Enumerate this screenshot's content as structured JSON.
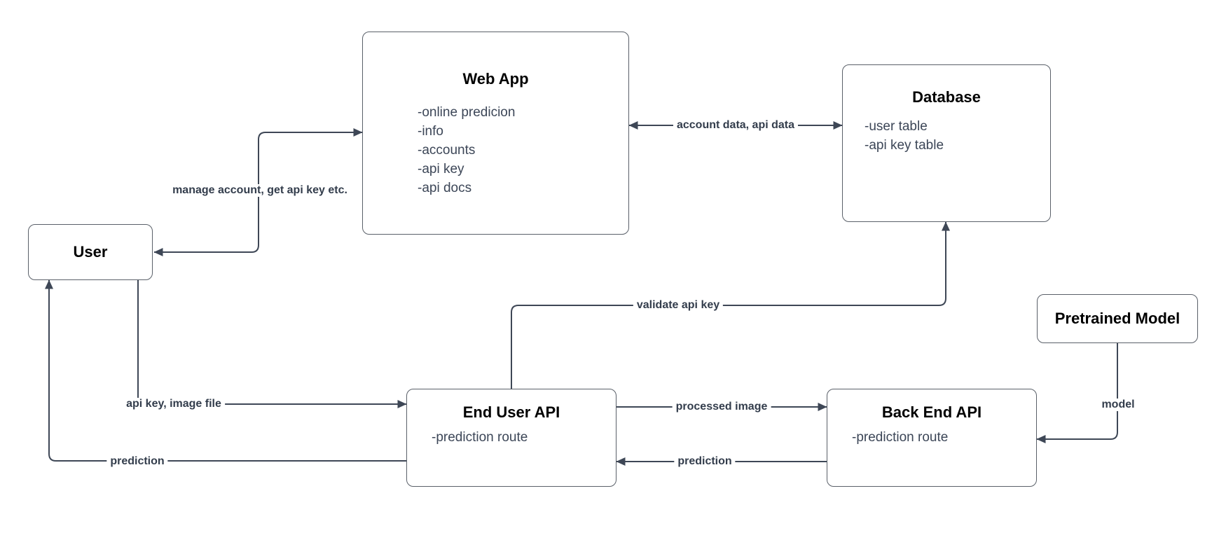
{
  "diagram": {
    "background": "#ffffff",
    "colors": {
      "edge_stroke": "#3e4756",
      "box_border": "#5a6069",
      "title_text": "#000000",
      "body_text": "#3c4657",
      "edge_label_text": "#333d4c"
    },
    "nodes": {
      "web_app": {
        "title": "Web App",
        "items": [
          "-online predicion",
          "-info",
          "-accounts",
          "-api key",
          "-api docs"
        ]
      },
      "database": {
        "title": "Database",
        "items": [
          "-user table",
          "-api key table"
        ]
      },
      "user": {
        "title": "User"
      },
      "end_user_api": {
        "title": "End User API",
        "items": [
          "-prediction route"
        ]
      },
      "back_end_api": {
        "title": "Back End API",
        "items": [
          "-prediction route"
        ]
      },
      "pretrained_model": {
        "title": "Pretrained Model"
      }
    },
    "edge_labels": {
      "manage_account": "manage account, get api key etc.",
      "account_data": "account data, api data",
      "validate_api_key": "validate api key",
      "api_key_image_file": "api key, image file",
      "prediction_to_user": "prediction",
      "processed_image": "processed image",
      "prediction_to_end_user_api": "prediction",
      "model": "model"
    }
  }
}
